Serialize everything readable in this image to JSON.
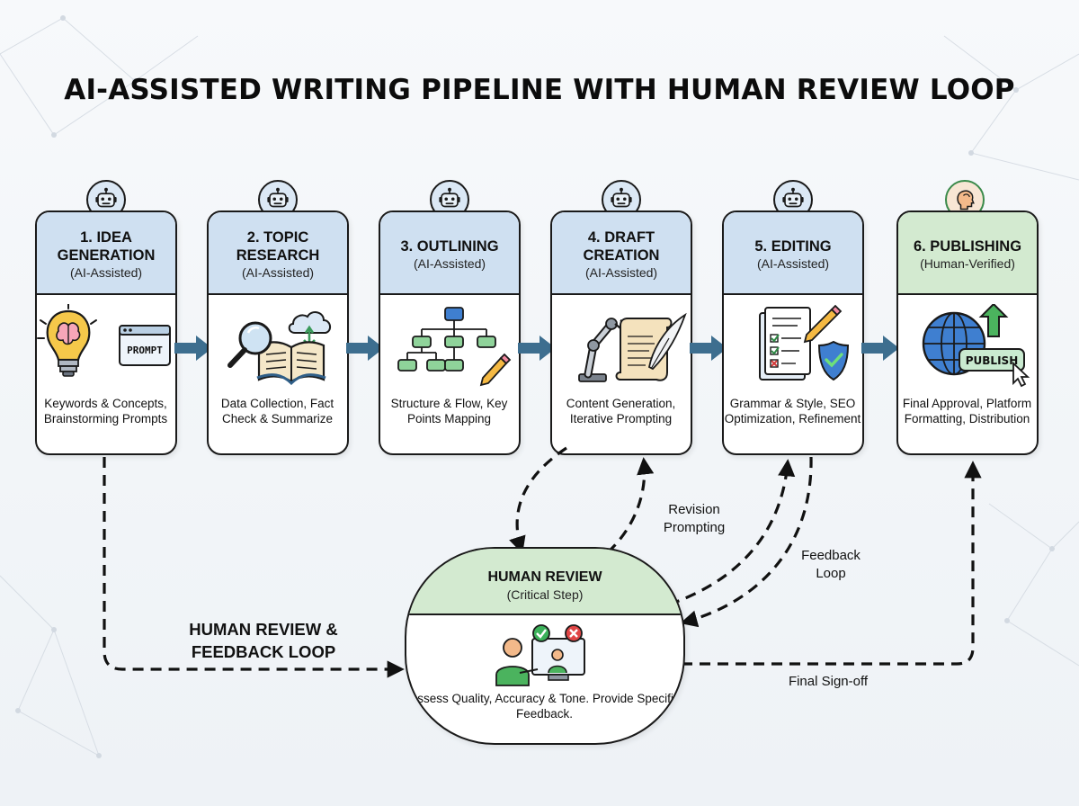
{
  "title": "AI-ASSISTED WRITING PIPELINE WITH HUMAN REVIEW LOOP",
  "stages": [
    {
      "title": "1. IDEA GENERATION",
      "subtitle": "(AI-Assisted)",
      "description": "Keywords & Concepts, Brainstorming Prompts",
      "illustration_label": "PROMPT"
    },
    {
      "title": "2. TOPIC RESEARCH",
      "subtitle": "(AI-Assisted)",
      "description": "Data Collection, Fact Check & Summarize"
    },
    {
      "title": "3. OUTLINING",
      "subtitle": "(AI-Assisted)",
      "description": "Structure & Flow, Key Points Mapping"
    },
    {
      "title": "4. DRAFT CREATION",
      "subtitle": "(AI-Assisted)",
      "description": "Content Generation, Iterative Prompting"
    },
    {
      "title": "5. EDITING",
      "subtitle": "(AI-Assisted)",
      "description": "Grammar & Style, SEO Optimization, Refinement"
    },
    {
      "title": "6. PUBLISHING",
      "subtitle": "(Human-Verified)",
      "description": "Final Approval, Platform Formatting, Distribution",
      "illustration_label": "PUBLISH"
    }
  ],
  "review": {
    "title": "HUMAN REVIEW",
    "subtitle": "(Critical Step)",
    "description": "Assess Quality, Accuracy & Tone. Provide Specific Feedback."
  },
  "loop_labels": {
    "revision": "Revision Prompting",
    "feedback": "Feedback Loop",
    "human_loop": "HUMAN REVIEW & FEEDBACK LOOP",
    "signoff": "Final Sign-off"
  },
  "colors": {
    "ai_header": "#cfe0f1",
    "human_header": "#d3ead0",
    "flow_arrow": "#3d6e8f",
    "outline": "#1a1a1a"
  },
  "icons": [
    "robot-icon",
    "human-head-icon",
    "lightbulb-brain-icon",
    "magnifier-book-icon",
    "tree-chart-icon",
    "robot-arm-scroll-icon",
    "checklist-shield-icon",
    "globe-publish-icon",
    "reviewer-monitor-icon"
  ]
}
